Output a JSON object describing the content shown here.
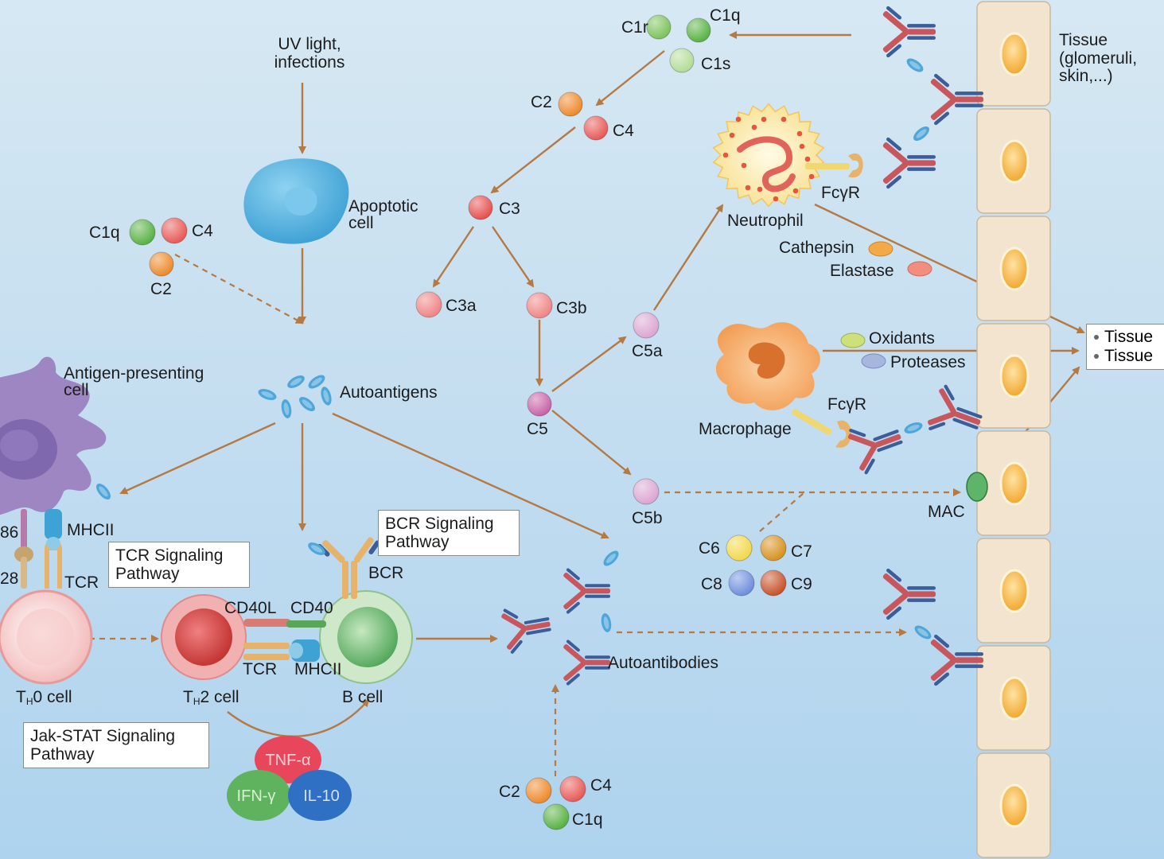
{
  "stimulus": "UV light, infections",
  "tissue": "Tissue (glomeruli, skin,...)",
  "cells": {
    "apoptotic": "Apoptotic cell",
    "apc": "Antigen-presenting cell",
    "th0": [
      "T",
      "H",
      "0 cell"
    ],
    "th2": [
      "T",
      "H",
      "2 cell"
    ],
    "bcell": "B cell",
    "neutrophil": "Neutrophil",
    "macrophage": "Macrophage"
  },
  "molecules": {
    "autoantigens": "Autoantigens",
    "autoantibodies": "Autoantibodies",
    "cd86": "86",
    "cd28": "28",
    "mhc2_apc": "MHCII",
    "tcr_apc": "TCR",
    "cd40l": "CD40L",
    "cd40": "CD40",
    "tcr_b": "TCR",
    "mhc2_b": "MHCII",
    "bcr": "BCR",
    "fcgr_neutrophil": "FcγR",
    "fcgr_macrophage": "FcγR",
    "cathepsin": "Cathepsin",
    "elastase": "Elastase",
    "oxidants": "Oxidants",
    "proteases": "Proteases",
    "mac": "MAC"
  },
  "cytokines": {
    "tnf": "TNF-α",
    "ifn": "IFN-γ",
    "il10": "IL-10"
  },
  "complement": {
    "c1r": "C1r",
    "c1q_top": "C1q",
    "c1s": "C1s",
    "c2_top": "C2",
    "c4_top": "C4",
    "c3": "C3",
    "c3a": "C3a",
    "c3b": "C3b",
    "c5": "C5",
    "c5a": "C5a",
    "c5b": "C5b",
    "c1q_left": "C1q",
    "c4_left": "C4",
    "c2_left": "C2",
    "c2_bottom": "C2",
    "c4_bottom": "C4",
    "c1q_bottom": "C1q",
    "c6": "C6",
    "c7": "C7",
    "c8": "C8",
    "c9": "C9"
  },
  "pathways": {
    "tcr": "TCR Signaling Pathway",
    "bcr": "BCR Signaling Pathway",
    "jakstat": "Jak-STAT Signaling Pathway"
  },
  "outcomes": [
    "Tissue",
    "Tissue"
  ],
  "colors": {
    "arrow": "#b57a43",
    "c1q": "#59b243",
    "c1r": "#7cc35a",
    "c1s": "#b4dc98",
    "c2": "#ee8a2c",
    "c4": "#e85a57",
    "c3": "#e6504e",
    "c3fragments": "#f08585",
    "c5": "#c863a8",
    "c5fragments": "#dca6d2",
    "c6": "#f2d84a",
    "c7": "#d7921e",
    "c8": "#6f8fdc",
    "c9": "#c8532a",
    "antibody_heavy": "#c8575d",
    "antibody_light": "#3b5e9a",
    "antigen": "#4fa6d8",
    "apc": "#9e86c3",
    "macrophage": "#f5a45c",
    "tissue_cell": "#f2e4cf",
    "nucleus": "#f5b13c"
  }
}
